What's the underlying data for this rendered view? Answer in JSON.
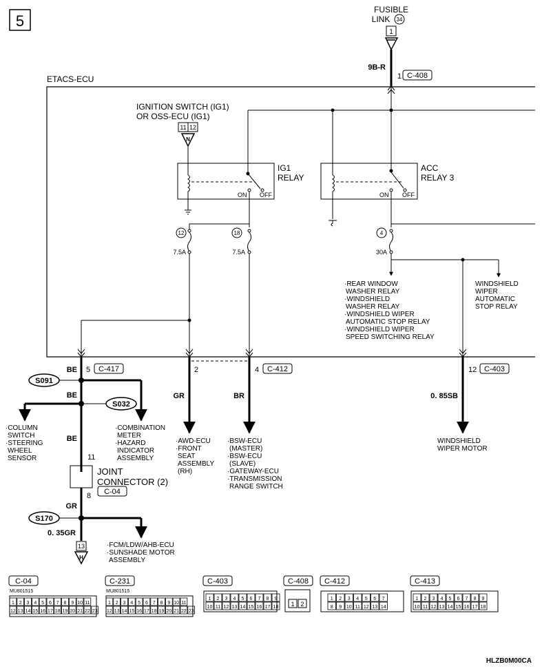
{
  "page": {
    "number": "5",
    "code": "HLZB0M00CA"
  },
  "ecu_label": "ETACS-ECU",
  "fusible_link": {
    "title1": "FUSIBLE",
    "title2": "LINK",
    "num": "34",
    "pin": "1",
    "wire": "9B-R",
    "term": "1",
    "conn": "C-408"
  },
  "ign": {
    "line1": "IGNITION SWITCH (IG1)",
    "line2": "OR OSS-ECU (IG1)",
    "pin_a": "11",
    "pin_b": "12",
    "letter": "N"
  },
  "relays": {
    "ig1": {
      "line1": "IG1",
      "line2": "RELAY",
      "on": "ON",
      "off": "OFF"
    },
    "acc": {
      "line1": "ACC",
      "line2": "RELAY 3",
      "on": "ON",
      "off": "OFF"
    }
  },
  "fuses": [
    {
      "num": "12",
      "rating": "7.5A"
    },
    {
      "num": "18",
      "rating": "7.5A"
    },
    {
      "num": "4",
      "rating": "30A"
    }
  ],
  "acc_loads": {
    "left": [
      "·REAR WINDOW",
      "WASHER RELAY",
      "·WINDSHIELD",
      "WASHER RELAY",
      "·WINDSHIELD WIPER",
      "AUTOMATIC STOP RELAY",
      "·WINDSHIELD WIPER",
      "SPEED SWITCHING RELAY"
    ],
    "right": [
      "WINDSHIELD",
      "WIPER",
      "AUTOMATIC",
      "STOP RELAY"
    ]
  },
  "terminals": [
    {
      "wire": "BE",
      "num": "5",
      "conn": "C-417"
    },
    {
      "num": "2"
    },
    {
      "num": "4",
      "conn": "C-412"
    },
    {
      "num": "12",
      "conn": "C-403"
    }
  ],
  "splices": [
    "S091",
    "S032",
    "S170"
  ],
  "wires": {
    "be2": "BE",
    "be3": "BE",
    "gr": "GR",
    "br": "BR",
    "sb": "0. 85SB",
    "gr2": "GR",
    "gr035": "0. 35GR"
  },
  "joint": {
    "pin_in": "11",
    "line1": "JOINT",
    "line2": "CONNECTOR (2)",
    "conn": "C-04",
    "pin_out": "8"
  },
  "outputs": {
    "column": [
      "·COLUMN",
      "SWITCH",
      "·STEERING",
      "WHEEL",
      "SENSOR"
    ],
    "meter": [
      "·COMBINATION",
      "METER",
      "·HAZARD",
      "INDICATOR",
      "ASSEMBLY"
    ],
    "awd": [
      "·AWD-ECU",
      "·FRONT",
      "SEAT",
      "ASSEMBLY",
      "(RH)"
    ],
    "bsw": [
      "·BSW-ECU",
      "(MASTER)",
      "·BSW-ECU",
      "(SLAVE)",
      "·GATEWAY-ECU",
      "·TRANSMISSION",
      "RANGE SWITCH"
    ],
    "wiper": [
      "WINDSHIELD",
      "WIPER MOTOR"
    ],
    "fcm": [
      "·FCM/LDW/AHB-ECU",
      "·SUNSHADE MOTOR",
      "ASSEMBLY"
    ],
    "h13": {
      "pin": "13",
      "letter": "H"
    }
  },
  "connectors": [
    {
      "name": "C-04",
      "part": "MU801515"
    },
    {
      "name": "C-231",
      "part": "MU801515"
    },
    {
      "name": "C-403"
    },
    {
      "name": "C-408"
    },
    {
      "name": "C-412"
    },
    {
      "name": "C-413"
    }
  ],
  "colors": {
    "line": "#000000",
    "background": "#ffffff"
  }
}
